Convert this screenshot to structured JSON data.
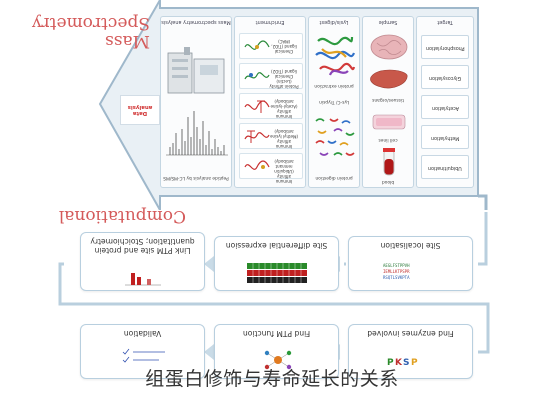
{
  "diagram": {
    "mass_spec_title": "Mass Spectrometry",
    "computational_title": "Computational",
    "columns": {
      "target": "Target",
      "sample": "Sample",
      "lysis": "Lysis/digest",
      "enrichment": "Enrichment",
      "mass_spec_analysis": "Mass spectrometry analysis"
    },
    "targets": [
      "Phosphorylation",
      "Glycosylation",
      "Acetylation",
      "Methylation",
      "Ubiquitination"
    ],
    "samples": [
      "tissues/organs",
      "cell lines",
      "blood"
    ],
    "lysis_steps": [
      "protein extraction",
      "Lys-C/ Trypsin",
      "protein digestion"
    ],
    "enrichment_items": [
      "Chemical ligand (TiO2, IMAC)",
      "Protein affinity (Lectin) Chemical ligand (TiO2)",
      "Immuno affinity (Acetyl-lysine antibody)",
      "Immuno affinity (Methyl lysine antibody)",
      "Immuno affinity (Ubiquitin remnant antibody)"
    ],
    "peptide_caption": "Peptide analysis by LC-MS/MS",
    "data_analysis": "Data analysis",
    "computational_row1": [
      "Site localisation",
      "Site differential expression",
      "Link PTM site and protein quantitation; Stoichiometry"
    ],
    "computational_row2": [
      "Find enzymes involved",
      "Find PTM function",
      "Validation"
    ]
  },
  "caption": "组蛋白修饰与寿命延长的关系",
  "colors": {
    "title_red": "#d45a5a",
    "arrow_fill": "#e6edf3",
    "arrow_stroke": "#9fb8cb",
    "box_border": "#b8cfdf"
  }
}
